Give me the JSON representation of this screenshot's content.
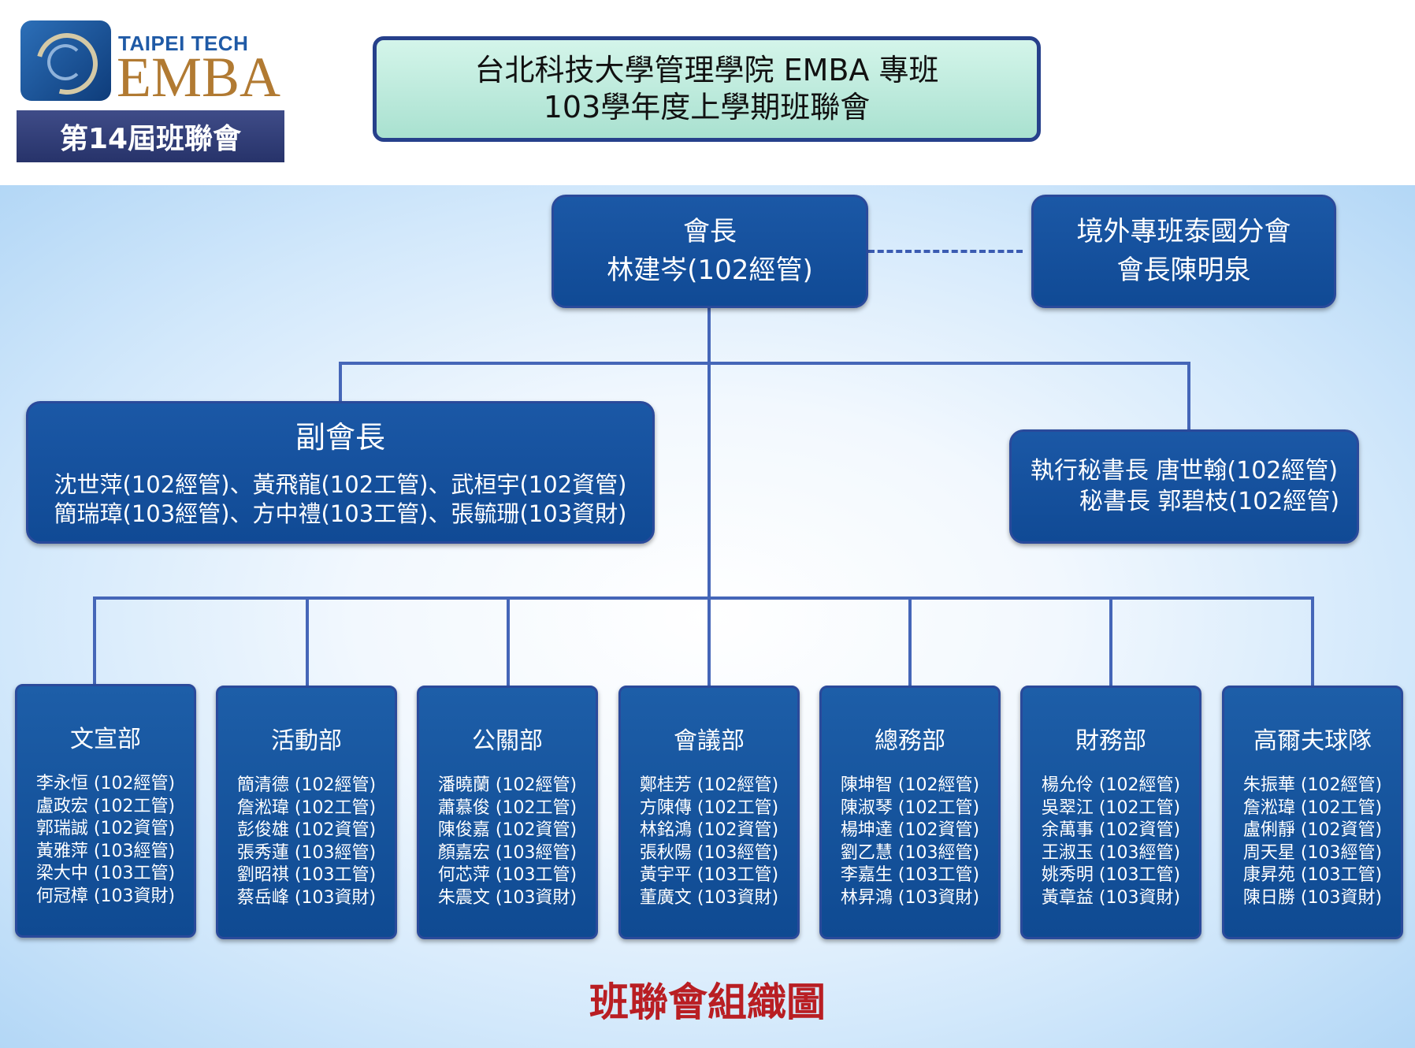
{
  "header": {
    "brand_top": "TAIPEI TECH",
    "brand_main": "EMBA",
    "session_label": "第14屆班聯會",
    "title_line1": "台北科技大學管理學院 EMBA 專班",
    "title_line2": "103學年度上學期班聯會"
  },
  "president": {
    "role": "會長",
    "name": "林建岑(102經管)"
  },
  "overseas": {
    "line1": "境外專班泰國分會",
    "line2": "會長陳明泉"
  },
  "vice": {
    "role": "副會長",
    "line1": "沈世萍(102經管)、黃飛龍(102工管)、武桓宇(102資管)",
    "line2": "簡瑞璋(103經管)、方中禮(103工管)、張毓珊(103資財)"
  },
  "secretary": {
    "line1": "執行秘書長 唐世翰(102經管)",
    "line2": "秘書長 郭碧枝(102經管)"
  },
  "departments": [
    {
      "name": "文宣部",
      "members": [
        "李永恒 (102經管)",
        "盧政宏 (102工管)",
        "郭瑞誠 (102資管)",
        "黃雅萍 (103經管)",
        "梁大中 (103工管)",
        "何冠樟 (103資財)"
      ]
    },
    {
      "name": "活動部",
      "members": [
        "簡清德 (102經管)",
        "詹淞瑋 (102工管)",
        "彭俊雄 (102資管)",
        "張秀蓮 (103經管)",
        "劉昭祺 (103工管)",
        "蔡岳峰 (103資財)"
      ]
    },
    {
      "name": "公關部",
      "members": [
        "潘曉蘭 (102經管)",
        "蕭慕俊 (102工管)",
        "陳俊嘉 (102資管)",
        "顏嘉宏 (103經管)",
        "何芯萍 (103工管)",
        "朱震文 (103資財)"
      ]
    },
    {
      "name": "會議部",
      "members": [
        "鄭桂芳 (102經管)",
        "方陳傳 (102工管)",
        "林銘鴻 (102資管)",
        "張秋陽 (103經管)",
        "黃宇平 (103工管)",
        "董廣文 (103資財)"
      ]
    },
    {
      "name": "總務部",
      "members": [
        "陳坤智 (102經管)",
        "陳淑琴 (102工管)",
        "楊坤達 (102資管)",
        "劉乙慧 (103經管)",
        "李嘉生 (103工管)",
        "林昇鴻 (103資財)"
      ]
    },
    {
      "name": "財務部",
      "members": [
        "楊允伶 (102經管)",
        "吳翠江 (102工管)",
        "余萬事 (102資管)",
        "王淑玉 (103經管)",
        "姚秀明 (103工管)",
        "黃章益 (103資財)"
      ]
    },
    {
      "name": "高爾夫球隊",
      "members": [
        "朱振華 (102經管)",
        "詹淞瑋 (102工管)",
        "盧俐靜 (102資管)",
        "周天星 (103經管)",
        "康昇苑 (103工管)",
        "陳日勝 (103資財)"
      ]
    }
  ],
  "caption": "班聯會組織圖",
  "colors": {
    "node_blue": "#1b58a6",
    "connector": "#4566b8",
    "caption_red": "#b91e23",
    "title_green": "#bdebdc"
  }
}
